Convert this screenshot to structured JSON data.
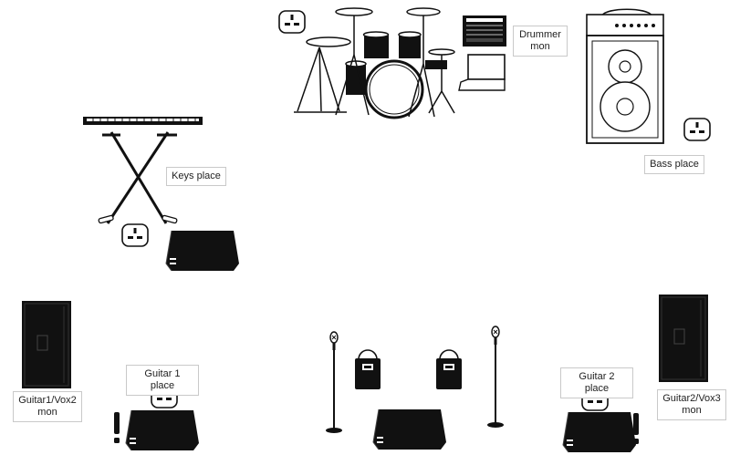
{
  "labels": {
    "drummer_mon": [
      "Drummer",
      "mon"
    ],
    "keys_place": "Keys place",
    "bass_place": "Bass place",
    "guitar1_place": "Guitar 1 place",
    "guitar2_place": "Guitar 2 place",
    "guitar1_mon": [
      "Guitar1/Vox2",
      "mon"
    ],
    "guitar2_mon": [
      "Guitar2/Vox3",
      "mon"
    ]
  },
  "icons": {
    "power_socket": "uk-power-socket-icon",
    "wedge_monitor": "wedge-monitor-icon",
    "side_fill_speaker": "tall-speaker-cabinet-icon",
    "microphone_stand": "mic-stand-icon",
    "wireless_pack": "wireless-bodypack-icon",
    "warning": "exclamation-mark-icon",
    "drum_kit": "drum-kit-icon",
    "mixer": "mixing-desk-icon",
    "laptop": "laptop-icon",
    "bass_amp": "bass-amp-icon",
    "keyboard": "keyboard-on-stand-icon"
  },
  "colors": {
    "ink": "#111111",
    "paper": "#ffffff",
    "label_border": "#c9c9c9"
  }
}
